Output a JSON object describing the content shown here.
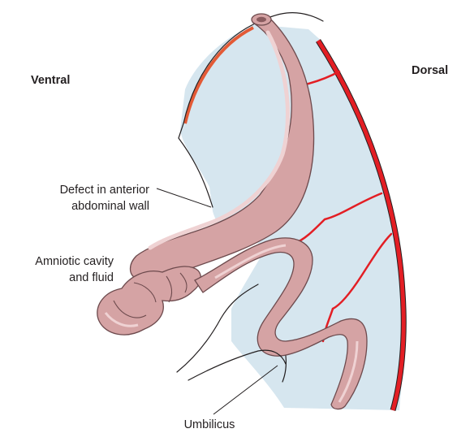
{
  "labels": {
    "ventral": "Ventral",
    "dorsal": "Dorsal",
    "defect_line1": "Defect in anterior",
    "defect_line2": "abdominal wall",
    "amniotic_line1": "Amniotic cavity",
    "amniotic_line2": "and fluid",
    "umbilicus": "Umbilicus"
  },
  "colors": {
    "amniotic_fluid": "#d6e6ef",
    "intestine_fill": "#d5a3a4",
    "intestine_highlight": "#efd2d3",
    "intestine_outline": "#6d4a4d",
    "vessel_red": "#e31e24",
    "peritoneum_orange": "#e35a36",
    "ink": "#231f20"
  }
}
